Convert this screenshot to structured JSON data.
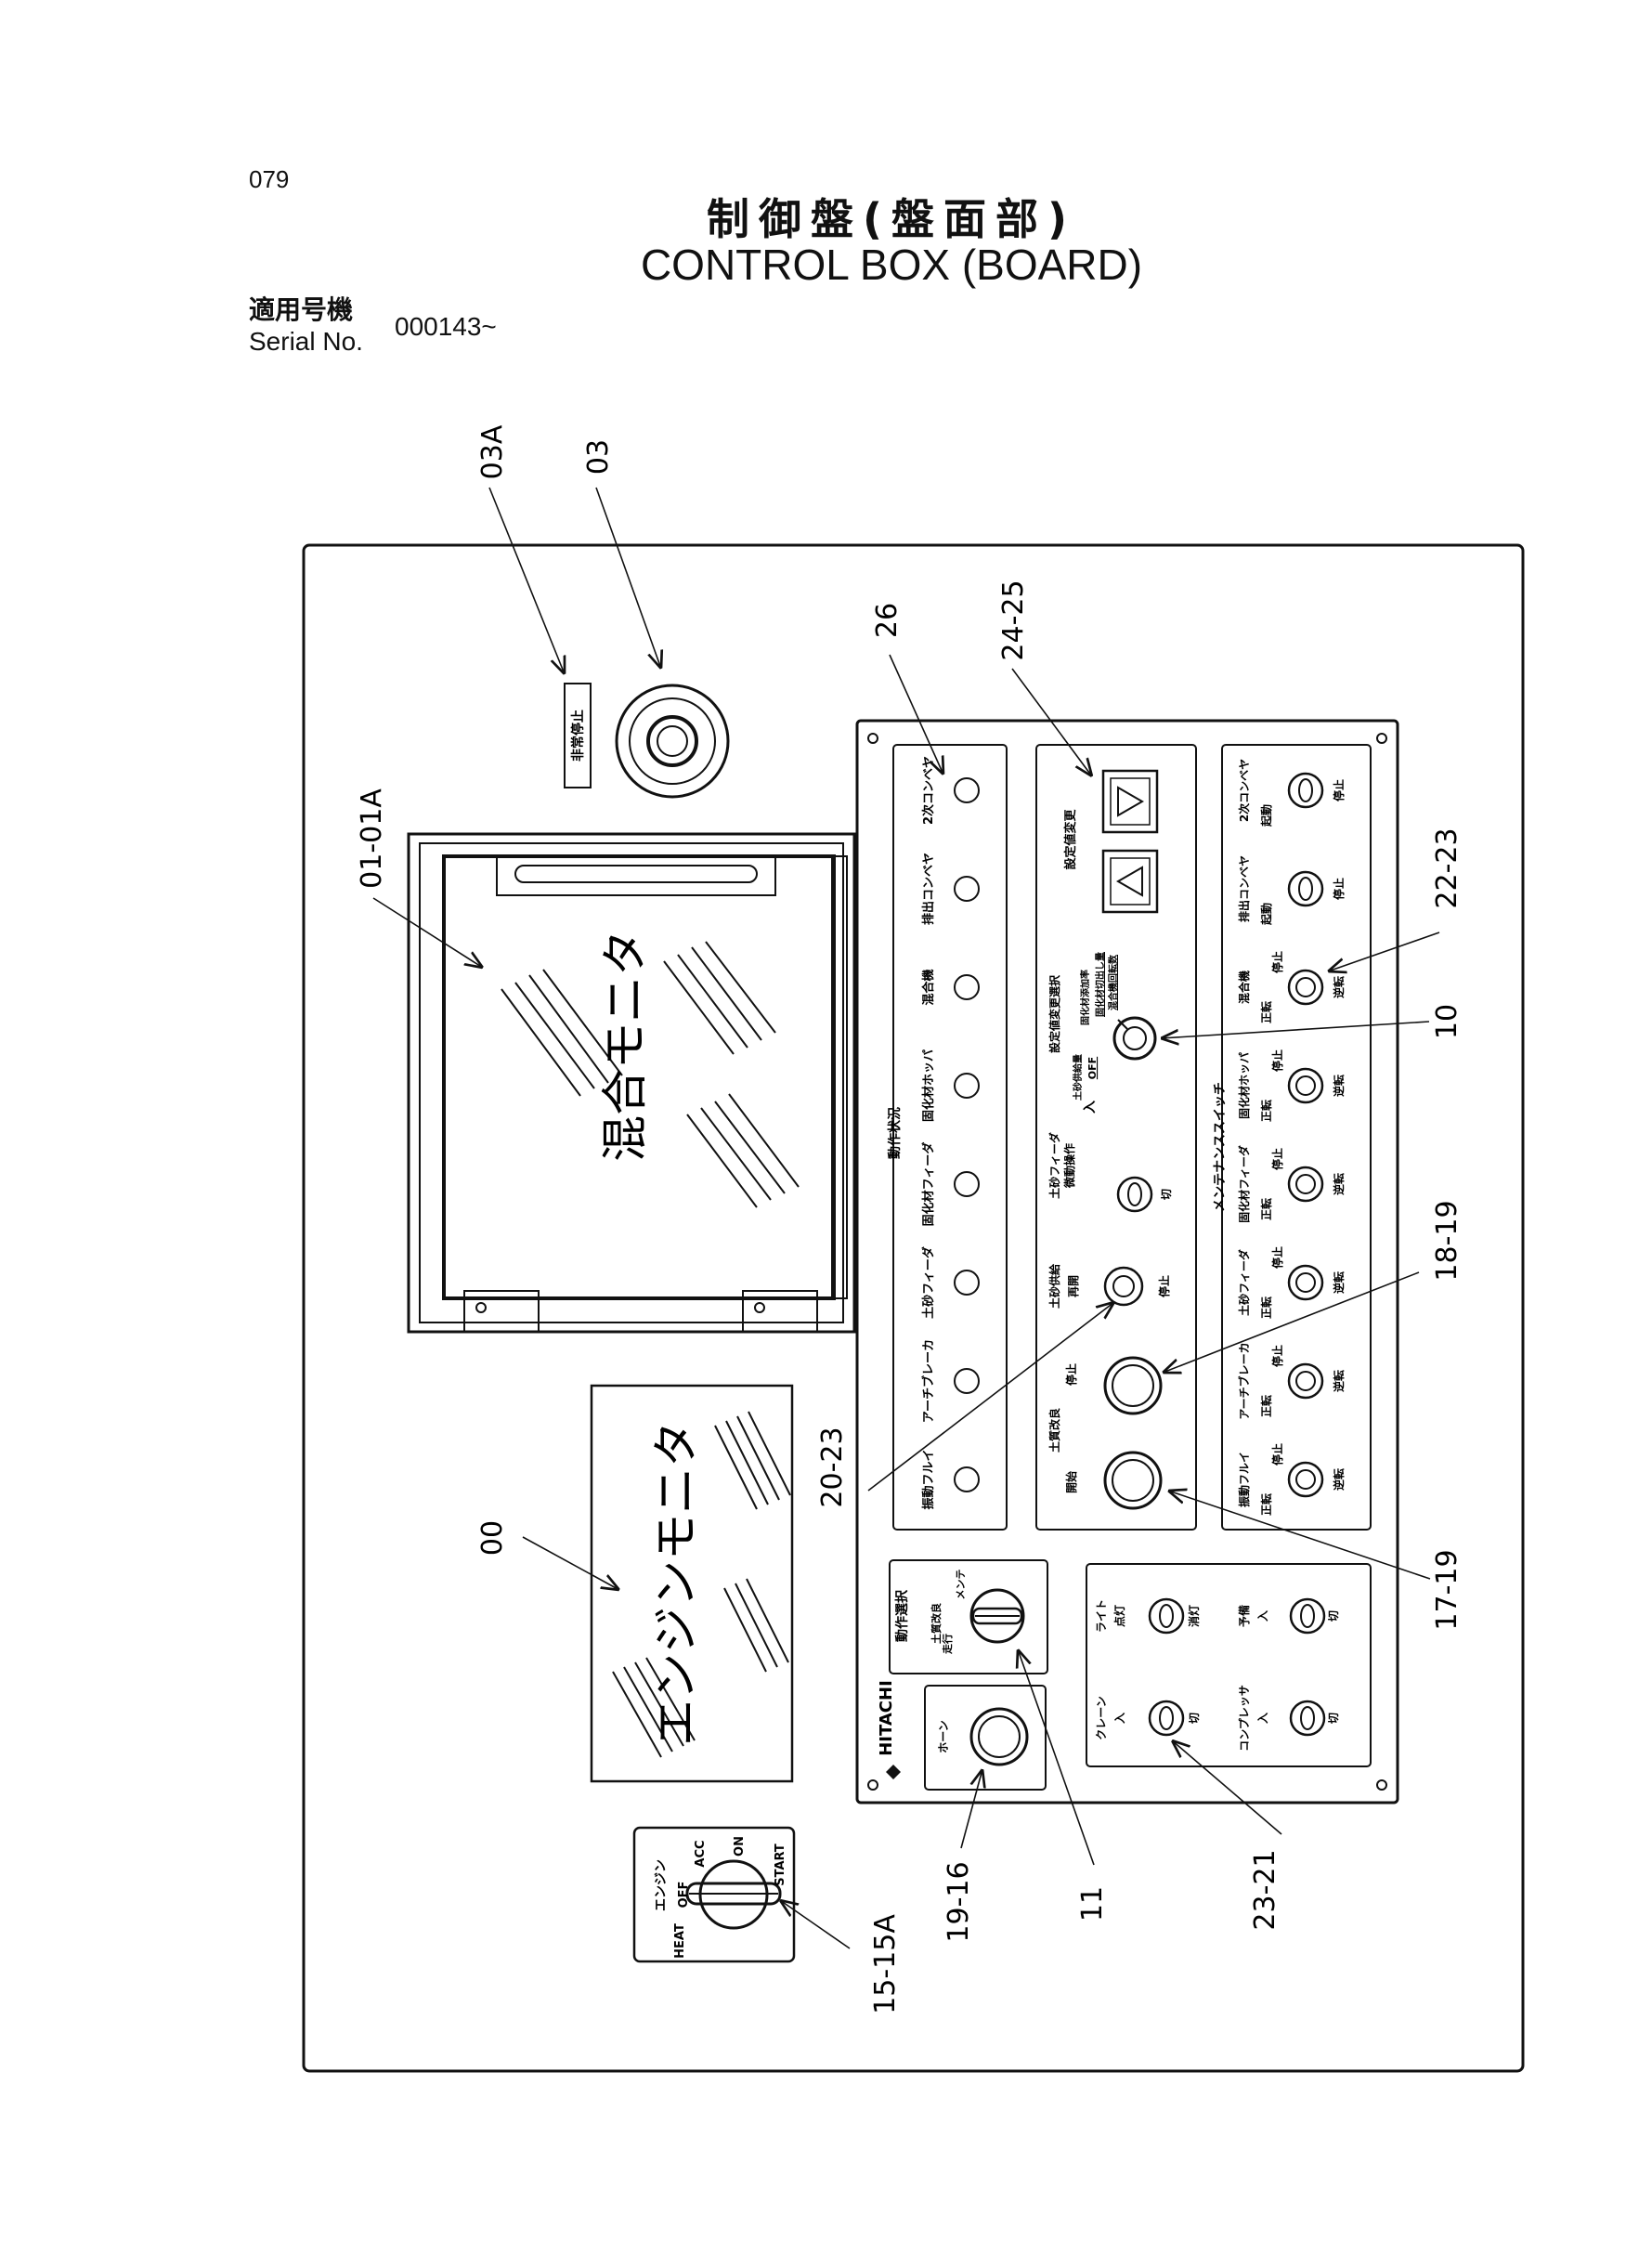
{
  "header": {
    "page_number": "079",
    "title_jp": "制御盤(盤面部)",
    "title_en": "CONTROL  BOX (BOARD)",
    "serial_label_jp": "適用号機",
    "serial_label_en": "Serial No.",
    "serial_value": "000143~"
  },
  "callouts": {
    "c03a": "03A",
    "c03": "03",
    "c26": "26",
    "c2425": "24-25",
    "c0101a": "01-01A",
    "c2223": "22-23",
    "c10": "10",
    "c1819": "18-19",
    "c2023": "20-23",
    "c00": "00",
    "c1719": "17-19",
    "c1515a": "15-15A",
    "c1916": "19-16",
    "c11": "11",
    "c2321": "23-21"
  },
  "panel": {
    "emergency_label": "非常停止",
    "mix_monitor": "混合モニタ",
    "engine_monitor": "エンジンモニタ",
    "brand": "HITACHI",
    "status": {
      "title": "動作状況",
      "items": [
        "振動フルイ",
        "アーチブレーカ",
        "土砂フィーダ",
        "固化材フィーダ",
        "固化材ホッパ",
        "混合機",
        "排出コンベヤ",
        "2次コンベヤ"
      ]
    },
    "settings": {
      "select_title": "設定値変更選択",
      "change_title": "設定値変更",
      "selector_options": [
        "OFF",
        "土砂供給量",
        "固化材添加率",
        "固化材切出し量",
        "混合機回転数"
      ],
      "soil_feeder_title": "土砂フィーダ",
      "soil_feeder_sub": "微動操作",
      "on": "入",
      "off": "切",
      "soil_supply": "土砂供給",
      "soil_supply_sub": "再開",
      "stop": "停止",
      "soil_improve": "土質改良",
      "start": "開始"
    },
    "maintenance": {
      "title": "メンテナンススイッチ",
      "forward": "正転",
      "stop": "停止",
      "reverse": "逆転",
      "start": "起動",
      "items": [
        "振動フルイ",
        "アーチブレーカ",
        "土砂フィーダ",
        "固化材フィーダ",
        "固化材ホッパ",
        "混合機",
        "排出コンベヤ",
        "2次コンベヤ"
      ]
    },
    "mode_select": {
      "title": "動作選択",
      "options": [
        "走行",
        "土質改良",
        "メンテ"
      ]
    },
    "horn": "ホーン",
    "aux": {
      "light": "ライト",
      "light_on": "点灯",
      "light_off": "消灯",
      "spare": "予備",
      "crane": "クレーン",
      "compressor": "コンプレッサ",
      "on": "入",
      "off": "切"
    },
    "engine_key": {
      "title": "エンジン",
      "positions": [
        "HEAT",
        "OFF",
        "ACC",
        "ON",
        "START"
      ]
    }
  }
}
